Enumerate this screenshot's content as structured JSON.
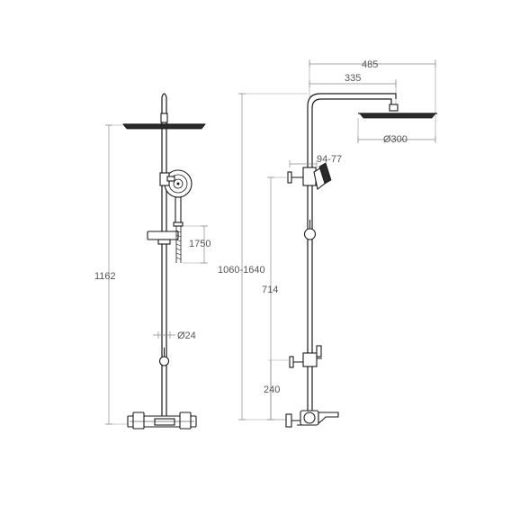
{
  "dimensions": {
    "height_total": "1162",
    "hose_length": "1750",
    "pipe_diameter": "Ø24",
    "arm_span": "485",
    "arm_reach": "335",
    "head_diameter": "Ø300",
    "holder_adjust": "94-77",
    "height_range": "1060-1640",
    "slider_range": "714",
    "outlet_height": "240"
  },
  "colors": {
    "line": "#1a1a1a",
    "dimension": "#8a8a8a",
    "text": "#555555"
  }
}
